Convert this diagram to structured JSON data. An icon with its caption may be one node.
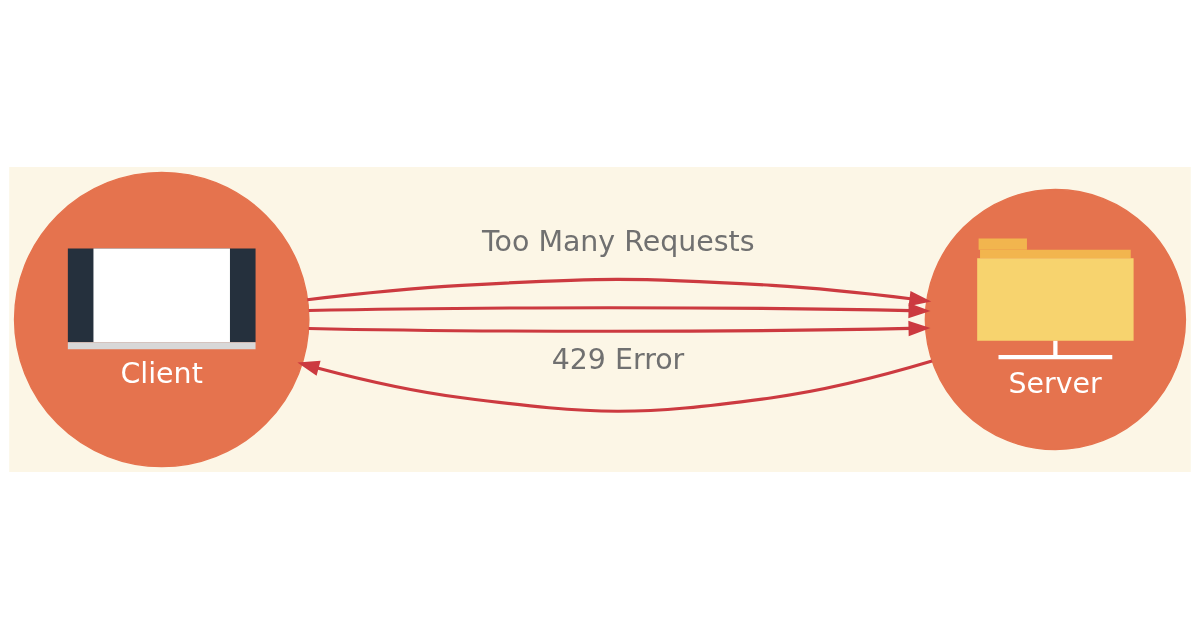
{
  "diagram": {
    "nodes": [
      {
        "text": [
          "Client"
        ]
      },
      {
        "text": [
          "Server"
        ]
      }
    ],
    "edges": [
      {
        "from": 0,
        "to": 1,
        "arrow": "to",
        "label": "Too Many Requests"
      },
      {
        "from": 0,
        "to": 1,
        "arrow": "to"
      },
      {
        "from": 0,
        "to": 1,
        "arrow": "to"
      },
      {
        "from": 1,
        "to": 0,
        "arrow": "to",
        "label": "429 Error"
      }
    ]
  }
}
